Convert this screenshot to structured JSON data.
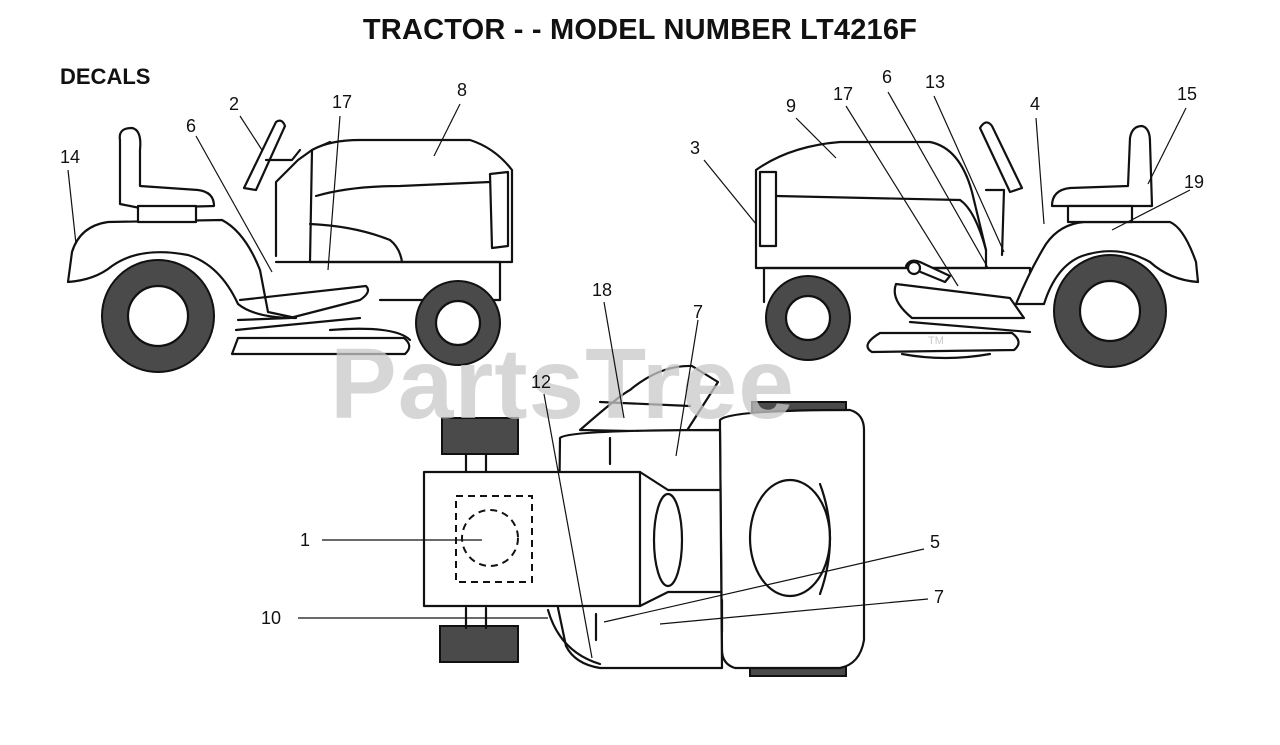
{
  "header": {
    "title": "TRACTOR - - MODEL NUMBER LT4216F",
    "section": "DECALS"
  },
  "watermark": {
    "text": "PartsTree",
    "tm": "TM"
  },
  "callouts": {
    "left_view": [
      "14",
      "2",
      "6",
      "17",
      "8"
    ],
    "right_view": [
      "3",
      "9",
      "17",
      "6",
      "13",
      "4",
      "15",
      "19"
    ],
    "top_view": [
      "18",
      "7",
      "12",
      "1",
      "10",
      "5",
      "7"
    ]
  }
}
